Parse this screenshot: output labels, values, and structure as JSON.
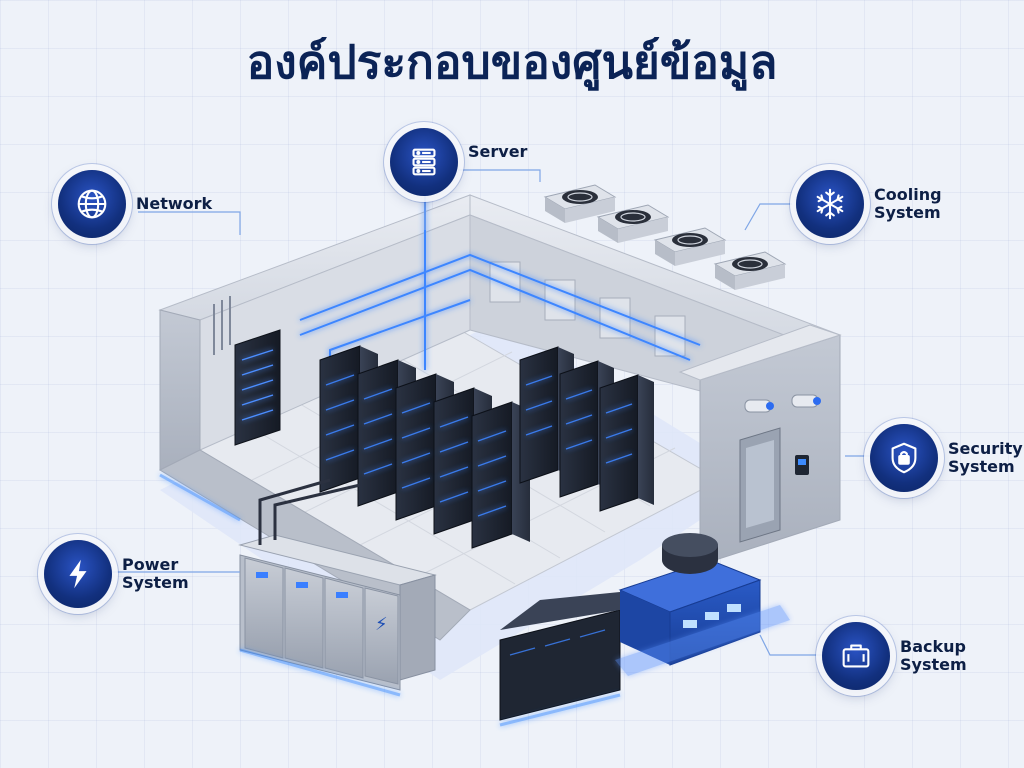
{
  "title": "องค์ประกอบของศูนย์ข้อมูล",
  "colors": {
    "title": "#0b2356",
    "badge": "#12307e",
    "glow": "#2f7bff",
    "wall": "#c9ced8",
    "rack": "#1f2633"
  },
  "callouts": {
    "network": {
      "line1": "Network",
      "icon": "globe-icon"
    },
    "server": {
      "line1": "Server",
      "icon": "server-icon"
    },
    "cooling": {
      "line1": "Cooling",
      "line2": "System",
      "icon": "snowflake-icon"
    },
    "security": {
      "line1": "Security",
      "line2": "System",
      "icon": "shield-lock-icon"
    },
    "power": {
      "line1": "Power",
      "line2": "System",
      "icon": "lightning-icon"
    },
    "backup": {
      "line1": "Backup",
      "line2": "System",
      "icon": "battery-case-icon"
    }
  }
}
